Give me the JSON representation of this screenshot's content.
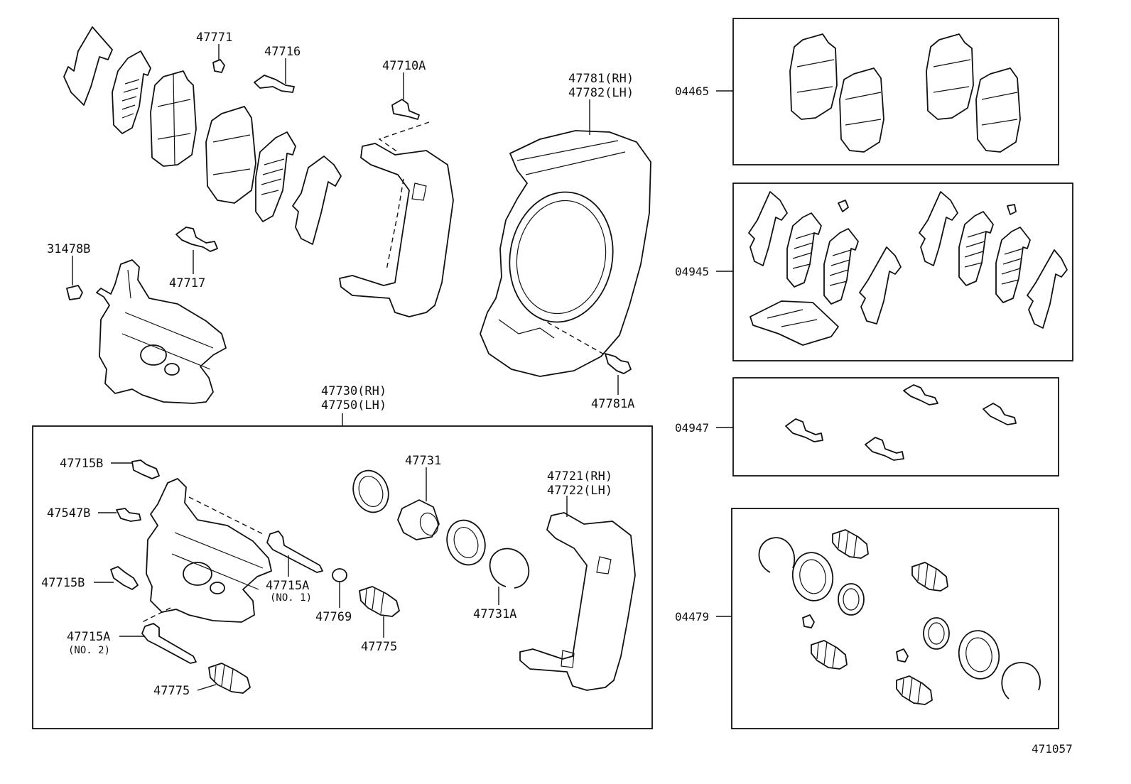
{
  "diagram_code": "471057",
  "parts": {
    "p47771": "47771",
    "p47716": "47716",
    "p47710A": "47710A",
    "p47781_rh": "47781(RH)",
    "p47782_lh": "47782(LH)",
    "p31478B": "31478B",
    "p47717": "47717",
    "p47781A": "47781A",
    "p47730_rh": "47730(RH)",
    "p47750_lh": "47750(LH)",
    "p47715B_top": "47715B",
    "p47547B": "47547B",
    "p47715B_mid": "47715B",
    "p47715A_no1": "47715A",
    "no1": "(NO. 1)",
    "p47769": "47769",
    "p47775_center": "47775",
    "p47731": "47731",
    "p47731A": "47731A",
    "p47721_rh": "47721(RH)",
    "p47722_lh": "47722(LH)",
    "p47715A_no2": "47715A",
    "no2": "(NO. 2)",
    "p47775_bottom": "47775"
  },
  "kits": {
    "k04465": "04465",
    "k04945": "04945",
    "k04947": "04947",
    "k04479": "04479"
  }
}
